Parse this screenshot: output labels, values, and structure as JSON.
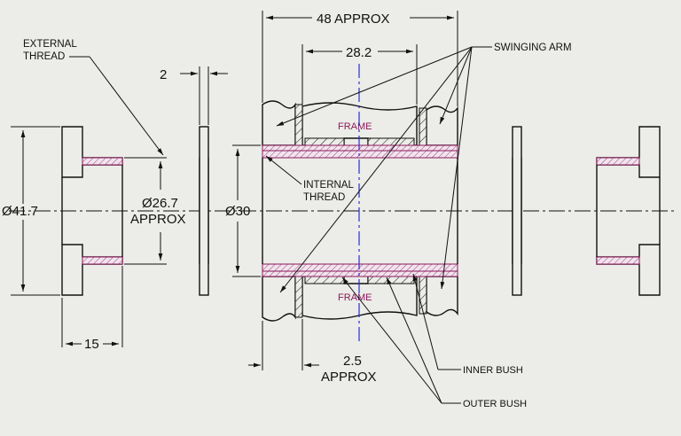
{
  "colors": {
    "background": "#ecece8",
    "line": "#111111",
    "hatch": "#8b1a5a",
    "centerline": "#2b2bd6"
  },
  "dimensions": {
    "overall_width": "48 APPROX",
    "frame_width": "28.2",
    "spacer_thickness": "2",
    "flange_diameter": "Ø41.7",
    "thread_diameter": "Ø26.7",
    "thread_diameter_note": "APPROX",
    "bush_diameter": "Ø30",
    "flange_length": "15",
    "bush_offset": "2.5",
    "bush_offset_note": "APPROX"
  },
  "labels": {
    "external_thread_1": "EXTERNAL",
    "external_thread_2": "THREAD",
    "internal_thread_1": "INTERNAL",
    "internal_thread_2": "THREAD",
    "swinging_arm": "SWINGING ARM",
    "frame_top": "FRAME",
    "frame_bottom": "FRAME",
    "inner_bush": "INNER BUSH",
    "outer_bush": "OUTER BUSH"
  }
}
